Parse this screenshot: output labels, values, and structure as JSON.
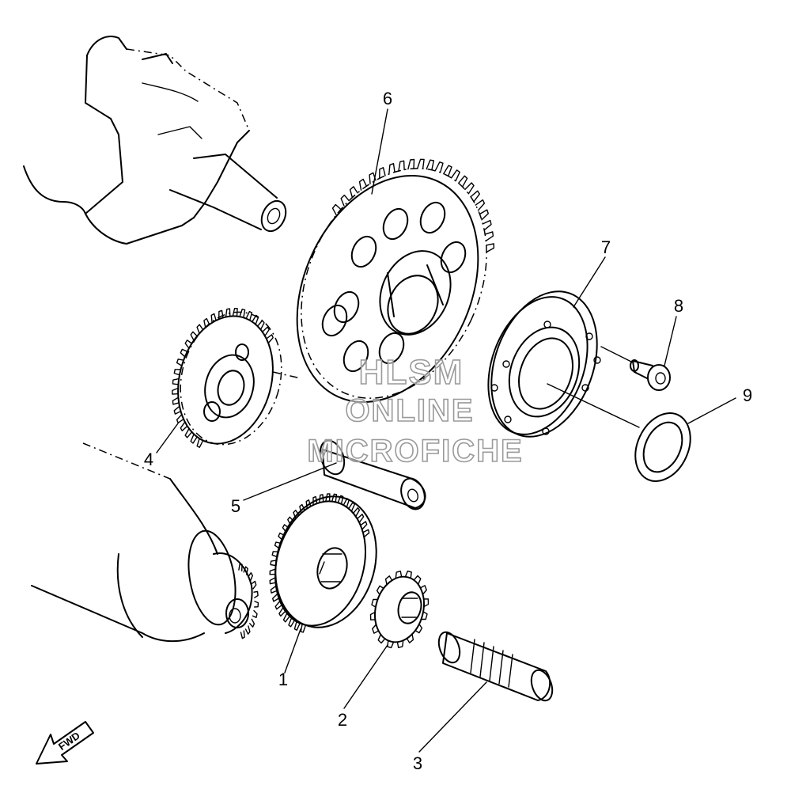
{
  "callouts": [
    "1",
    "2",
    "3",
    "4",
    "5",
    "6",
    "7",
    "8",
    "9"
  ],
  "fwd_label": "FWD",
  "watermark": {
    "line1": "HLSM",
    "line2": "ONLINE",
    "line3": "MICROFICHE"
  }
}
